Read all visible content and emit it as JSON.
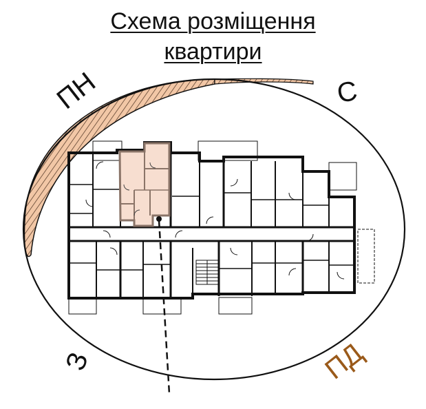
{
  "title": {
    "line1": "Схема розміщення",
    "line2": "квартири"
  },
  "directions": {
    "north": "ПН",
    "east": "С",
    "west": "З",
    "south": "ПД"
  },
  "colors": {
    "highlight_fill": "#f7ded0",
    "highlight_stroke": "#8a7468",
    "sun_arc_fill": "#f2c7a6",
    "south_label": "#9a5a1a",
    "line": "#111111"
  },
  "plan": {
    "highlighted_apartment": "selected unit",
    "compass_line": "dashed orientation line"
  }
}
